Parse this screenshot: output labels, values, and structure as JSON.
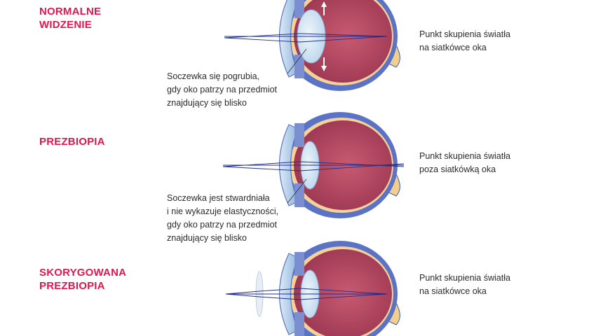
{
  "sections": [
    {
      "title": "NORMALNE\nWIDZENIE",
      "focus_caption": "Punkt skupienia światła\nna siatkówce oka",
      "lens_caption": "Soczewka się pogrubia,\ngdy oko patrzy na przedmiot\nznajdujący się blisko"
    },
    {
      "title": "PREZBIOPIA",
      "focus_caption": "Punkt skupienia światła\npoza siatkówką oka",
      "lens_caption": "Soczewka jest stwardniała\ni nie wykazuje elastyczności,\ngdy oko patrzy na przedmiot\nznajdujący się blisko"
    },
    {
      "title": "SKORYGOWANA\nPREZBIOPIA",
      "focus_caption": "Punkt skupienia światła\nna siatkówce oka"
    }
  ],
  "colors": {
    "title": "#e0174f",
    "sclera_outer": "#5b73c4",
    "eye_interior": "#b0415b",
    "retina": "#f4d29a",
    "cornea": "#a9c8e4",
    "light_ray": "#1e2f8c"
  }
}
